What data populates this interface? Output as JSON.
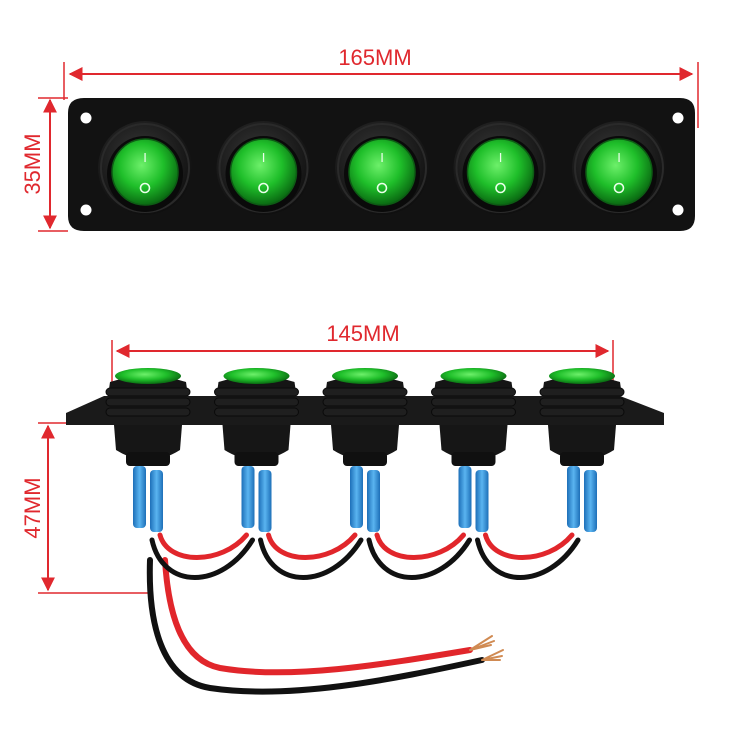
{
  "dimensions": {
    "panel_width": "165MM",
    "panel_height": "35MM",
    "switch_span": "145MM",
    "side_depth": "47MM"
  },
  "switch": {
    "count": 5,
    "on_symbol": "I",
    "off_symbol": "O"
  },
  "colors": {
    "dimension_line": "#e0282e",
    "panel": "#121212",
    "switch_green": "#1fbf2a",
    "boot_black": "#1b1b1b",
    "terminal_blue": "#2f8fd8",
    "wire_red": "#e1262b",
    "wire_black": "#111111",
    "copper": "#d08a52"
  }
}
